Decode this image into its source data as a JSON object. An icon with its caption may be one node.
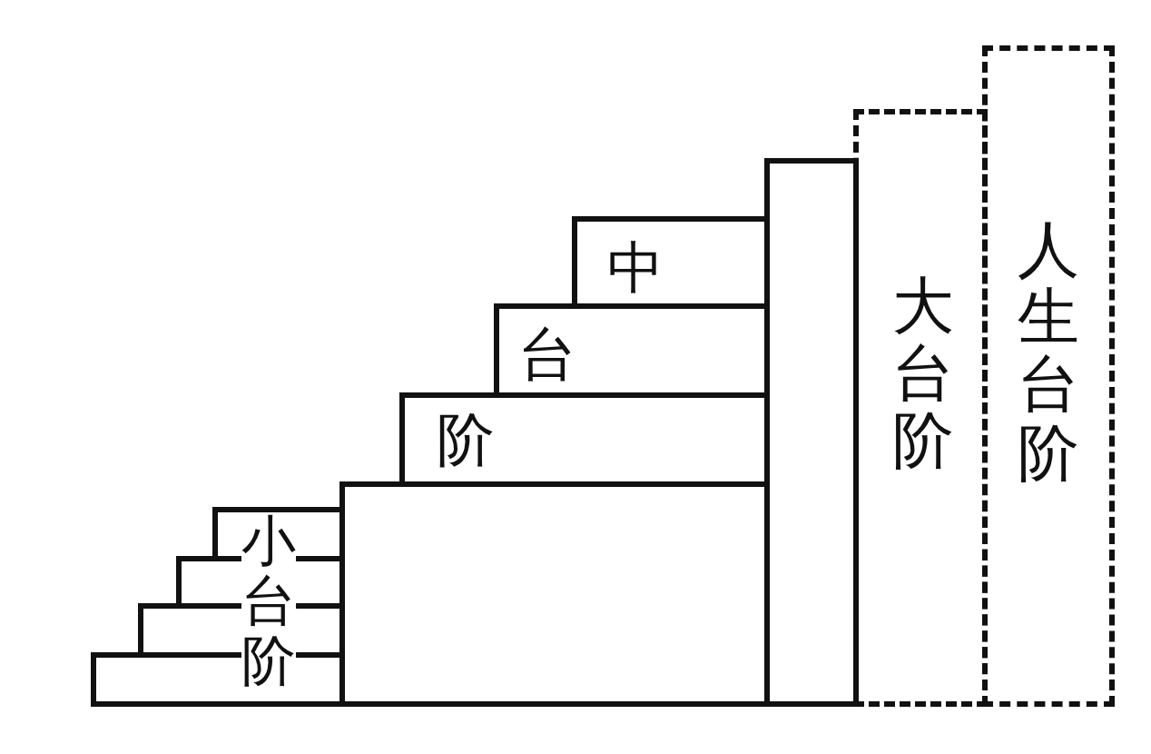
{
  "diagram": {
    "nodes": [
      {
        "text": [],
        "shape": "box"
      },
      {
        "text": [],
        "shape": "box"
      },
      {
        "text": [],
        "shape": "box"
      },
      {
        "text": [],
        "shape": "box"
      },
      {
        "text": [],
        "shape": "box"
      },
      {
        "text": [
          "中"
        ]
      },
      {
        "text": [
          "台"
        ]
      },
      {
        "text": [
          "阶"
        ]
      },
      {
        "text": [],
        "shape": "box"
      },
      {
        "text": [
          "大台阶"
        ]
      },
      {
        "text": [
          "人生台阶"
        ]
      }
    ],
    "labels": [
      "小台阶"
    ]
  }
}
